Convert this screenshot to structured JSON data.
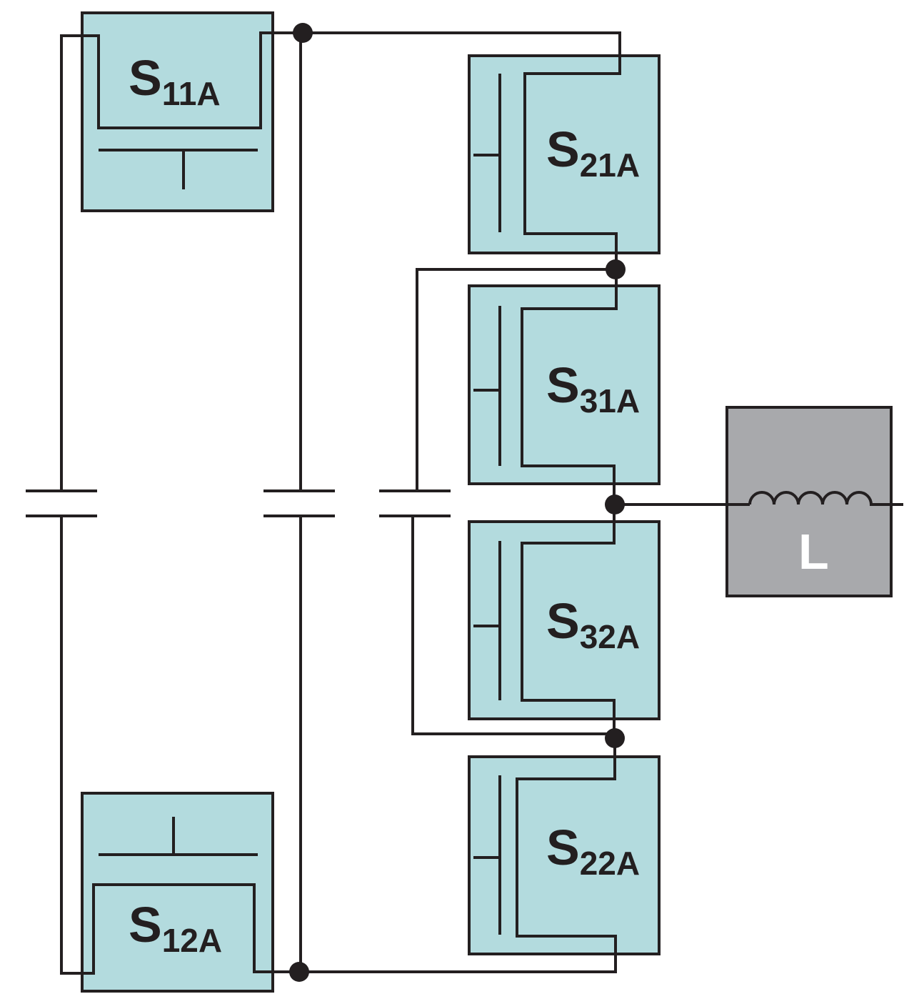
{
  "switches": [
    {
      "id": "s11a",
      "main": "S",
      "sub": "11A"
    },
    {
      "id": "s12a",
      "main": "S",
      "sub": "12A"
    },
    {
      "id": "s21a",
      "main": "S",
      "sub": "21A"
    },
    {
      "id": "s31a",
      "main": "S",
      "sub": "31A"
    },
    {
      "id": "s32a",
      "main": "S",
      "sub": "32A"
    },
    {
      "id": "s22a",
      "main": "S",
      "sub": "22A"
    }
  ],
  "inductor": {
    "label": "L"
  },
  "colors": {
    "switch_fill": "#b3dbde",
    "inductor_fill": "#a8a9ac",
    "wire": "#231f20",
    "inductor_label": "#ffffff"
  }
}
